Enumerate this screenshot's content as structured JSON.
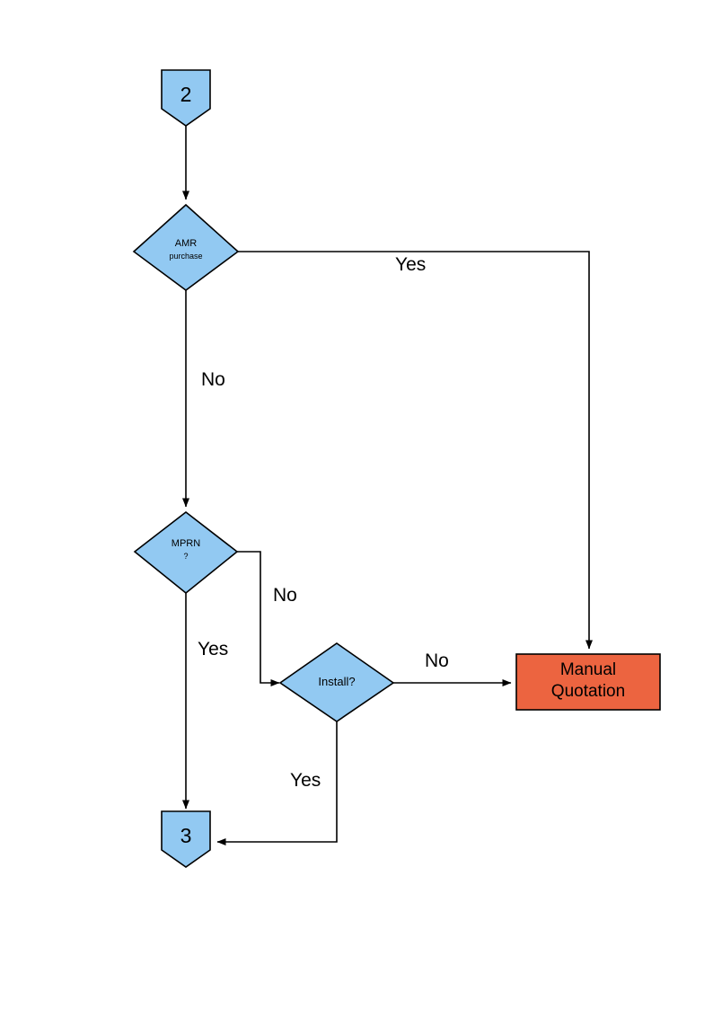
{
  "diagram": {
    "type": "flowchart",
    "title": "",
    "background_color": "#ffffff",
    "palette": {
      "node_blue_fill": "#92C9F2",
      "node_orange_fill": "#EC6440",
      "stroke": "#000000",
      "text": "#000000"
    },
    "nodes": [
      {
        "id": "start-connector",
        "shape": "off-page-connector",
        "label": "2",
        "fill": "#92C9F2"
      },
      {
        "id": "amr-purchase-decision",
        "shape": "diamond",
        "label_line1": "AMR",
        "label_line2": "purchase",
        "fill": "#92C9F2"
      },
      {
        "id": "mprn-decision",
        "shape": "diamond",
        "label_line1": "MPRN",
        "label_line2": "?",
        "fill": "#92C9F2"
      },
      {
        "id": "install-decision",
        "shape": "diamond",
        "label_line1": "Install?",
        "label_line2": "",
        "fill": "#92C9F2"
      },
      {
        "id": "manual-quotation-process",
        "shape": "rectangle",
        "label_line1": "Manual",
        "label_line2": "Quotation",
        "fill": "#EC6440"
      },
      {
        "id": "end-connector",
        "shape": "off-page-connector",
        "label": "3",
        "fill": "#92C9F2"
      }
    ],
    "edges": [
      {
        "id": "edge-start-to-amr",
        "from": "start-connector",
        "to": "amr-purchase-decision",
        "label": ""
      },
      {
        "id": "edge-amr-yes",
        "from": "amr-purchase-decision",
        "to": "manual-quotation-process",
        "label": "Yes"
      },
      {
        "id": "edge-amr-no",
        "from": "amr-purchase-decision",
        "to": "mprn-decision",
        "label": "No"
      },
      {
        "id": "edge-mprn-no",
        "from": "mprn-decision",
        "to": "install-decision",
        "label": "No"
      },
      {
        "id": "edge-mprn-yes",
        "from": "mprn-decision",
        "to": "end-connector",
        "label": "Yes"
      },
      {
        "id": "edge-install-no",
        "from": "install-decision",
        "to": "manual-quotation-process",
        "label": "No"
      },
      {
        "id": "edge-install-yes",
        "from": "install-decision",
        "to": "end-connector",
        "label": "Yes"
      }
    ]
  }
}
